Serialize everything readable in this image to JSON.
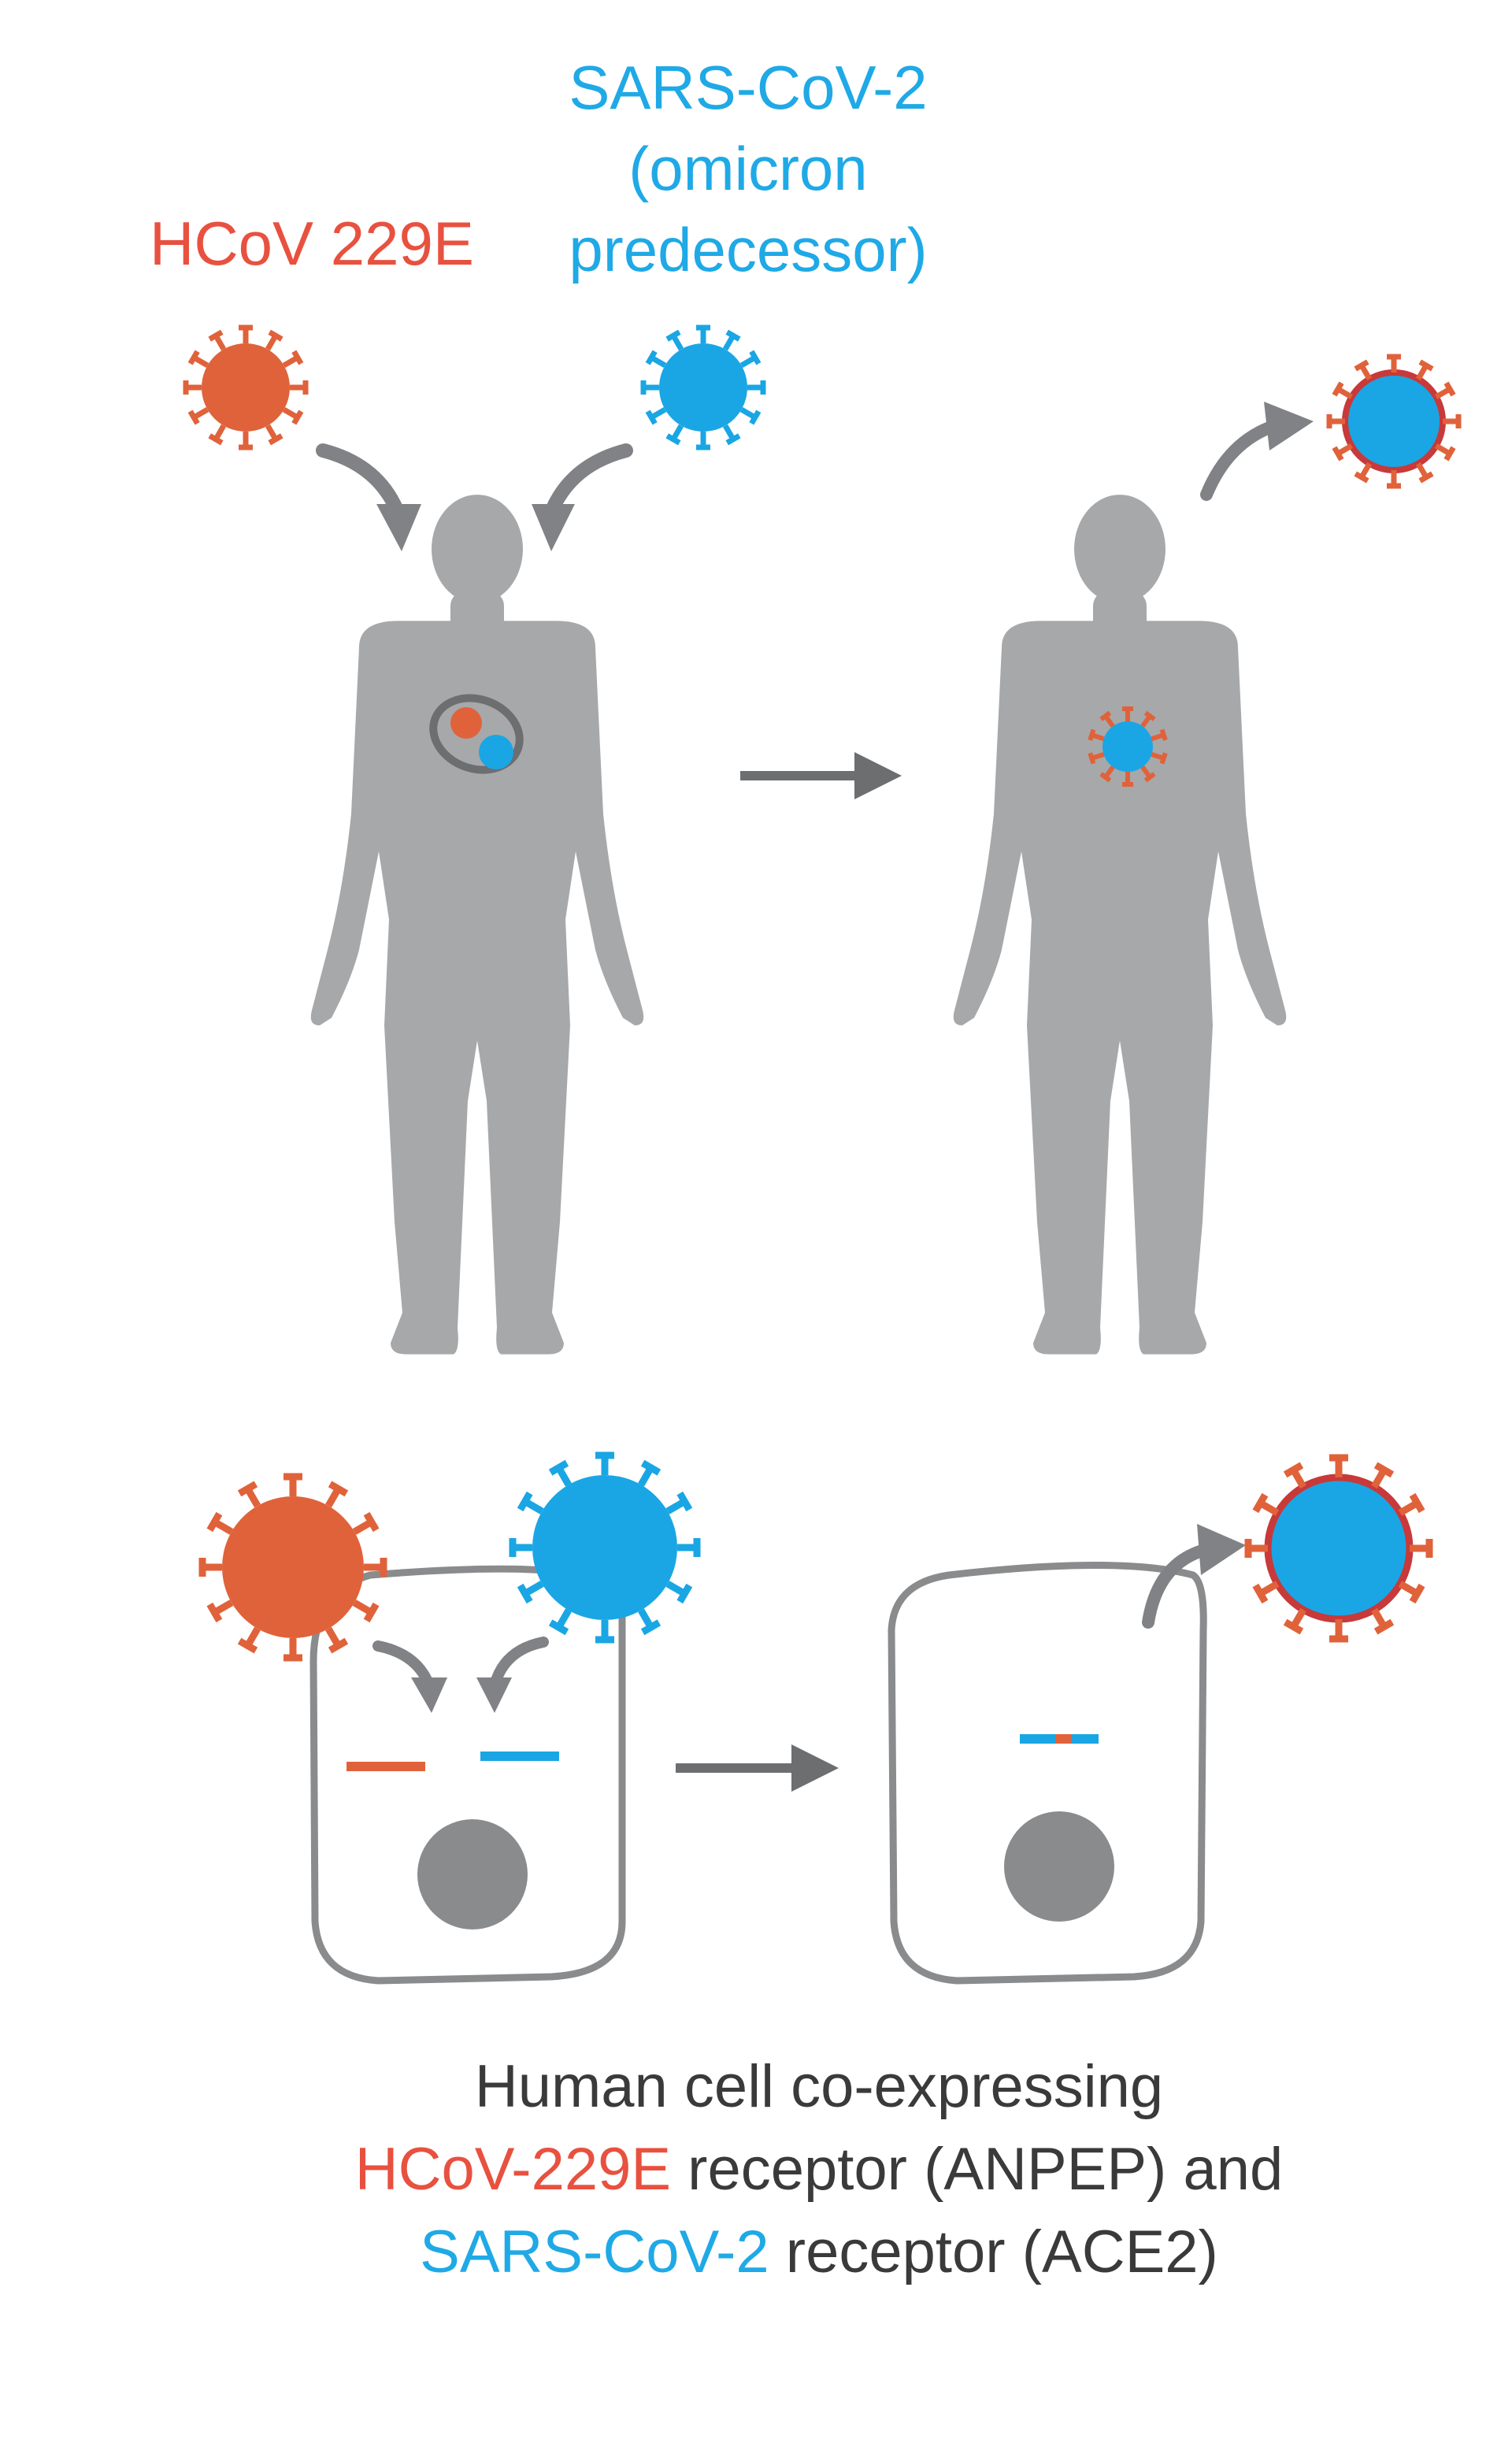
{
  "labels": {
    "hcov": "HCoV 229E",
    "sars_line1": "SARS-CoV-2",
    "sars_line2": "(omicron",
    "sars_line3": "predecessor)"
  },
  "caption": {
    "line1": "Human cell co-expressing",
    "line2_colored": "HCoV-229E",
    "line2_rest": " receptor (ANPEP) and",
    "line3_colored": "SARS-CoV-2",
    "line3_rest": " receptor (ACE2)"
  },
  "colors": {
    "hcov": "#e0623a",
    "sars": "#1aa6e4",
    "body": "#a7a8aa",
    "arrow": "#808285",
    "outline": "#8a8b8d"
  },
  "icons": [
    "virus-icon",
    "human-figure-icon",
    "cell-icon",
    "arrow-icon"
  ]
}
